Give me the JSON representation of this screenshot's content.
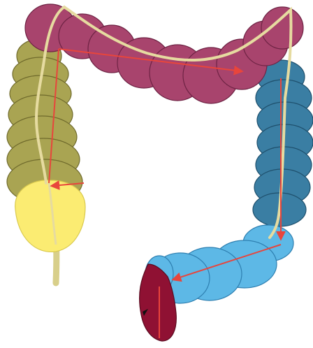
{
  "diagram": {
    "colors": {
      "ascending": "#a9a452",
      "ascending_edge": "#6f6a2c",
      "cecum": "#fbec72",
      "cecum_edge": "#d9c94e",
      "transverse": "#a8446d",
      "transverse_edge": "#6e2344",
      "descending": "#3a7ea3",
      "descending_edge": "#1f506d",
      "sigmoid": "#5db8e6",
      "sigmoid_edge": "#2e7fb0",
      "rectum": "#8f1133",
      "rectum_edge": "#5a0a1f",
      "taenia": "#e6dba0",
      "appendix": "#d8cf8a",
      "arrow": "#e8453c"
    },
    "regions": [
      "ascending-colon",
      "cecum",
      "appendix",
      "transverse-colon",
      "descending-colon",
      "sigmoid-colon",
      "rectum"
    ],
    "arrows": [
      "cecum-entry-arrow",
      "ascending-arrow",
      "transverse-arrow",
      "descending-arrow",
      "sigmoid-arrow",
      "rectum-line"
    ]
  }
}
